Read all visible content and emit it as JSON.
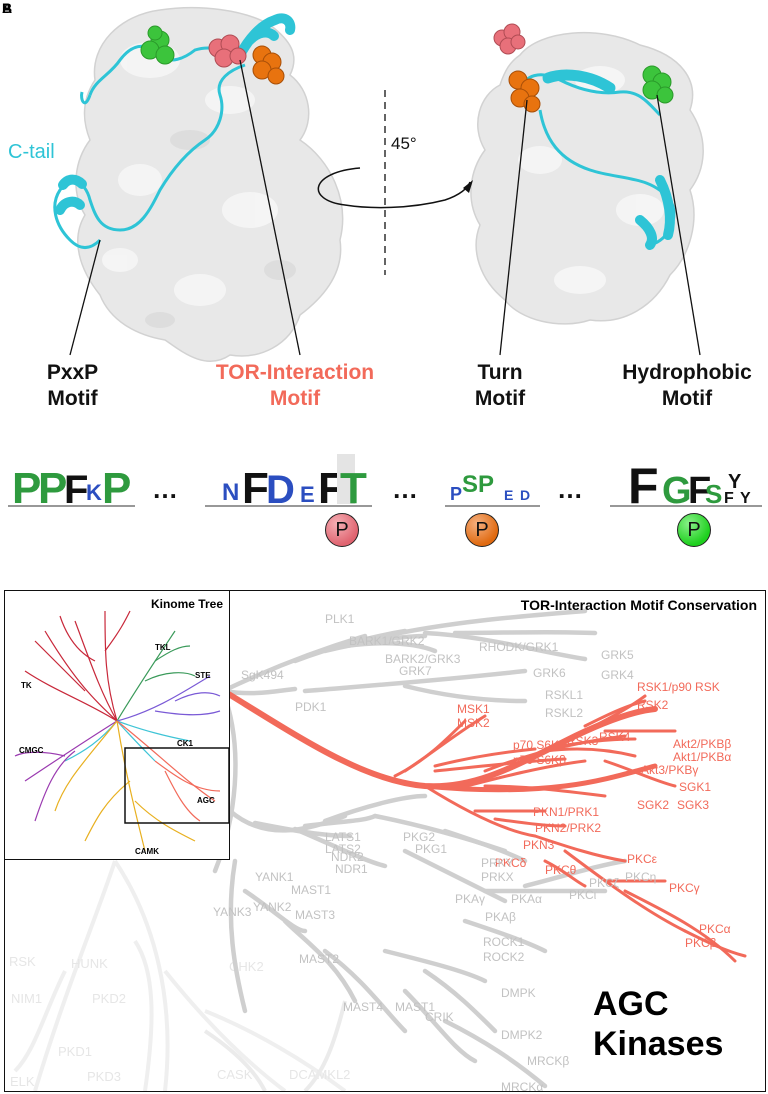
{
  "panels": {
    "a": "A",
    "b": "B"
  },
  "structure": {
    "ctail_label": "C-tail",
    "rotation_label": "45°",
    "colors": {
      "ctail": "#2ec4d6",
      "surface": "#e6e6e6",
      "tor": "#e8707a",
      "turn": "#e8730f",
      "hydrophobic": "#3cc43c"
    }
  },
  "motifs": [
    {
      "line1": "PxxP",
      "line2": "Motif",
      "color": "black"
    },
    {
      "line1": "TOR-Interaction",
      "line2": "Motif",
      "color": "red"
    },
    {
      "line1": "Turn",
      "line2": "Motif",
      "color": "black"
    },
    {
      "line1": "Hydrophobic",
      "line2": "Motif",
      "color": "black"
    }
  ],
  "logos": [
    "PPFKP",
    "NFDEFT",
    "SP",
    "FGFSY"
  ],
  "ellipsis": "…",
  "phospho": [
    "P",
    "P",
    "P"
  ],
  "kinome": {
    "inset_title": "Kinome Tree",
    "groups": [
      "TK",
      "TKL",
      "STE",
      "CK1",
      "CMGC",
      "AGC",
      "CAMK"
    ],
    "main_title": "TOR-Interaction Motif Conservation",
    "big_label_1": "AGC",
    "big_label_2": "Kinases",
    "red_labels": [
      "RSK1/p90 RSK",
      "RSK2",
      "MSK1",
      "MSK2",
      "RSK3",
      "RSK4",
      "p70 S6K",
      "p70 S6Kβ",
      "Akt2/PKBβ",
      "Akt1/PKBα",
      "Akt3/PKBγ",
      "SGK1",
      "SGK2",
      "SGK3",
      "PKN1/PRK1",
      "PKN2/PRK2",
      "PKN3",
      "PKCδ",
      "PKCθ",
      "PKCε",
      "PKCγ",
      "PKCα",
      "PKCβ"
    ],
    "grey_labels": [
      "PLK1",
      "BARK1/GRK2",
      "BARK2/GRK3",
      "GRK7",
      "RHODK/GRK1",
      "GRK5",
      "GRK6",
      "GRK4",
      "SgK494",
      "PDK1",
      "RSKL1",
      "RSKL2",
      "LATS1",
      "LATS2",
      "NDR2",
      "NDR1",
      "PKG2",
      "PKG1",
      "PRKX",
      "PRKY",
      "PKCη",
      "PKCι",
      "PKCζ",
      "PKAγ",
      "PKAα",
      "PKAβ",
      "YANK1",
      "YANK2",
      "YANK3",
      "MAST1",
      "MAST2",
      "MAST3",
      "MAST4",
      "ROCK1",
      "ROCK2",
      "CRIK",
      "DMPK",
      "DMPK2",
      "MRCKβ",
      "MRCKα"
    ]
  }
}
